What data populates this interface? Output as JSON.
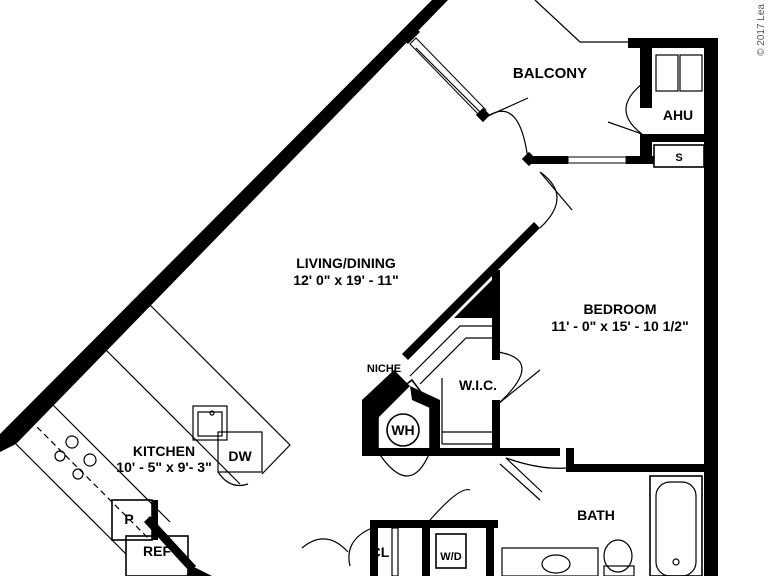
{
  "rooms": {
    "balcony": {
      "name": "BALCONY"
    },
    "ahu": {
      "name": "AHU"
    },
    "storage": {
      "name": "S"
    },
    "living": {
      "name": "LIVING/DINING",
      "size": "12' 0\" x 19' - 11\""
    },
    "bedroom": {
      "name": "BEDROOM",
      "size": "11' - 0\" x 15' - 10 1/2\""
    },
    "niche": {
      "name": "NICHE"
    },
    "wic": {
      "name": "W.I.C."
    },
    "wh": {
      "name": "WH"
    },
    "kitchen": {
      "name": "KITCHEN",
      "size": "10' - 5\" x 9'- 3\""
    },
    "dw": {
      "name": "DW"
    },
    "pantry": {
      "name": "P"
    },
    "ref": {
      "name": "REF"
    },
    "closet": {
      "name": "CL"
    },
    "wd": {
      "name": "W/D"
    },
    "bath": {
      "name": "BATH"
    }
  },
  "copyright": "© 2017 Lea"
}
